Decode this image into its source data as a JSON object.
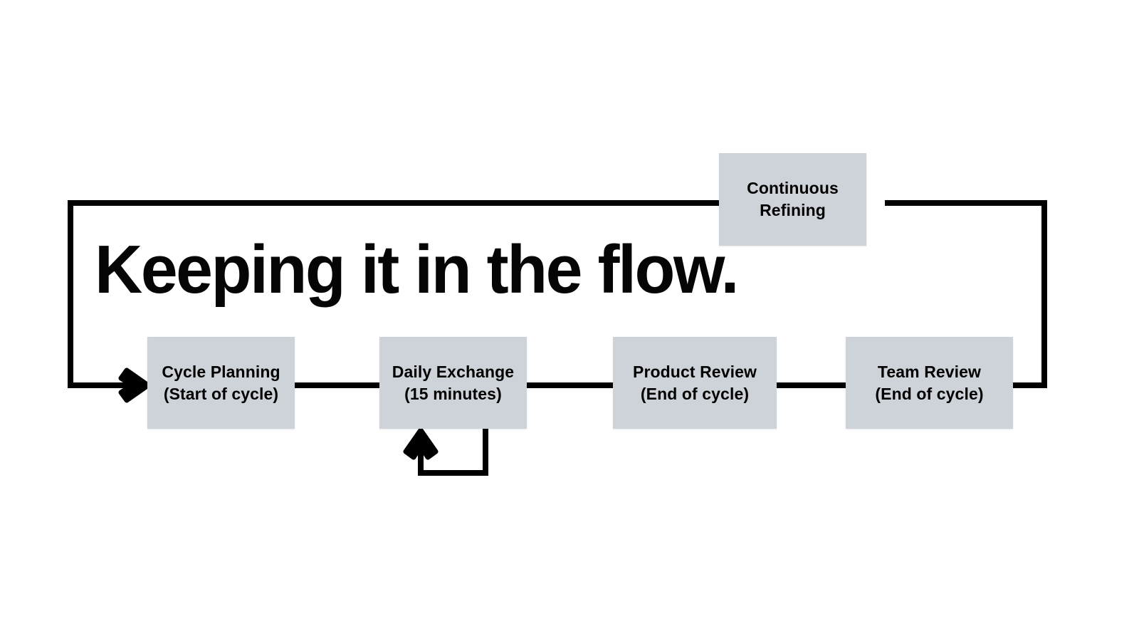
{
  "page": {
    "title": "Keeping it in the flow.",
    "background_color": "#ffffff",
    "box_fill_color": "#ced3d9",
    "line_color": "#000000",
    "text_color": "#000000"
  },
  "diagram": {
    "type": "process-flow-cycle",
    "nodes": [
      {
        "id": "continuous-refining",
        "line1": "Continuous",
        "line2": "Refining",
        "position": "top-right-on-return-path"
      },
      {
        "id": "cycle-planning",
        "line1": "Cycle Planning",
        "line2": "(Start of cycle)",
        "position": "step-1"
      },
      {
        "id": "daily-exchange",
        "line1": "Daily Exchange",
        "line2": "(15 minutes)",
        "position": "step-2"
      },
      {
        "id": "product-review",
        "line1": "Product Review",
        "line2": "(End of cycle)",
        "position": "step-3"
      },
      {
        "id": "team-review",
        "line1": "Team Review",
        "line2": "(End of cycle)",
        "position": "step-4"
      }
    ],
    "connectors": [
      {
        "id": "entry-arrow",
        "from": "return-path",
        "to": "cycle-planning",
        "arrowhead": true
      },
      {
        "id": "link-1-2",
        "from": "cycle-planning",
        "to": "daily-exchange",
        "arrowhead": false
      },
      {
        "id": "link-2-3",
        "from": "daily-exchange",
        "to": "product-review",
        "arrowhead": false
      },
      {
        "id": "link-3-4",
        "from": "product-review",
        "to": "team-review",
        "arrowhead": false
      },
      {
        "id": "self-loop",
        "from": "daily-exchange",
        "to": "daily-exchange",
        "arrowhead": true
      },
      {
        "id": "return-path",
        "from": "team-review",
        "to": "cycle-planning",
        "arrowhead": true,
        "passes_through": "continuous-refining"
      }
    ]
  }
}
